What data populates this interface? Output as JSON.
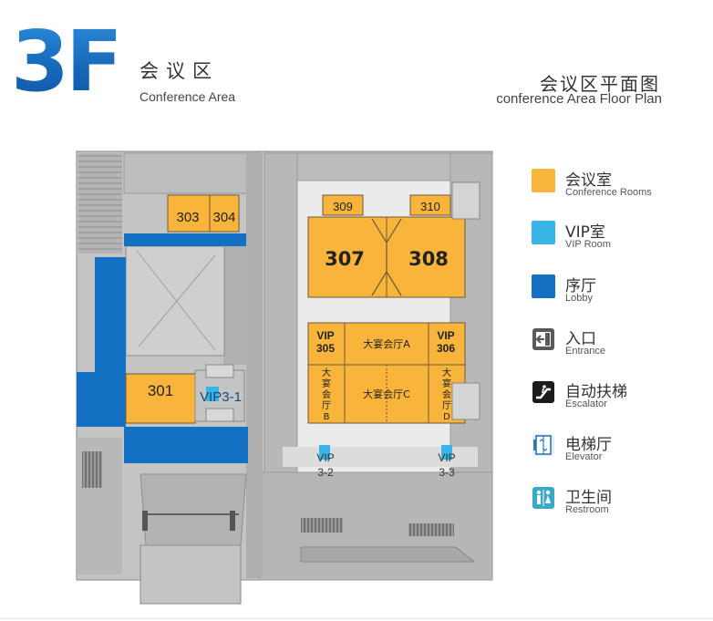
{
  "header": {
    "floor": "3F",
    "area_cn": "会议区",
    "area_en": "Conference Area",
    "plan_cn": "会议区平面图",
    "plan_en": "conference Area Floor Plan"
  },
  "colors": {
    "conference": "#f9b43b",
    "vip": "#38b5e6",
    "lobby": "#1370c2",
    "building": "#bfbfbf",
    "hall": "#e8e8e8"
  },
  "rooms": {
    "r303": "303",
    "r304": "304",
    "r301": "301",
    "r309": "309",
    "r310": "310",
    "r307": "307",
    "r308": "308",
    "vip305_a": "VIP",
    "vip305_b": "305",
    "vip306_a": "VIP",
    "vip306_b": "306",
    "hall_a": "大宴会厅A",
    "hall_c": "大宴会厅C",
    "vip3_1": "VIP3-1",
    "vip3_2_a": "VIP",
    "vip3_2_b": "3-2",
    "vip3_3_a": "VIP",
    "vip3_3_b": "3-3",
    "hall_b": [
      "大",
      "宴",
      "会",
      "厅",
      "B"
    ],
    "hall_d": [
      "大",
      "宴",
      "会",
      "厅",
      "D"
    ]
  },
  "legend": [
    {
      "cn": "会议室",
      "en": "Conference Rooms",
      "kind": "swatch",
      "color": "#f9b43b"
    },
    {
      "cn": "VIP室",
      "en": "VIP Room",
      "kind": "swatch",
      "color": "#38b5e6"
    },
    {
      "cn": "序厅",
      "en": "Lobby",
      "kind": "swatch",
      "color": "#1370c2"
    },
    {
      "cn": "入口",
      "en": "Entrance",
      "kind": "icon",
      "icon": "entrance-icon"
    },
    {
      "cn": "自动扶梯",
      "en": "Escalator",
      "kind": "icon",
      "icon": "escalator-icon"
    },
    {
      "cn": "电梯厅",
      "en": "Elevator",
      "kind": "icon",
      "icon": "elevator-icon"
    },
    {
      "cn": "卫生间",
      "en": "Restroom",
      "kind": "icon",
      "icon": "restroom-icon"
    }
  ]
}
